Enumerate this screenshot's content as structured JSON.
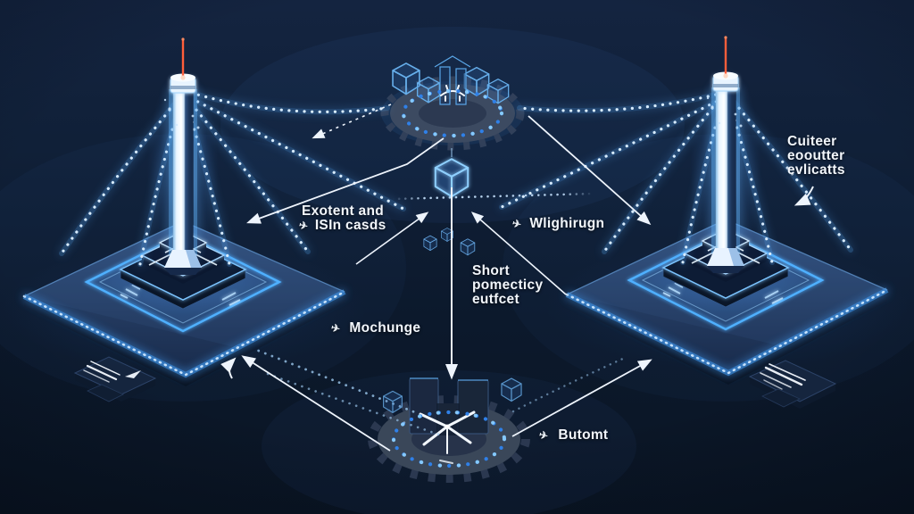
{
  "scene": {
    "bg_top": "#142440",
    "bg_bottom": "#0a1524",
    "accent_blue": "#4fa8ff",
    "glow_blue": "#8fd0ff",
    "bead_light": "#d8ecff",
    "antenna_red": "#ff5e3a",
    "line_color": "#eef4fc",
    "text_color": "#f2f6fb"
  },
  "icons": {
    "plane_glyph": "✈"
  },
  "labels": {
    "export_cases": {
      "line1": "Exotent and",
      "line2": "ISIn casds"
    },
    "weighing": {
      "text": "Wlighirugn"
    },
    "short_capacity": {
      "line1": "Short",
      "line2": "pomecticy",
      "line3": "eutfcet"
    },
    "exchange": {
      "text": "Mochunge"
    },
    "bottom_process": {
      "text": "Butomt"
    },
    "outer_flow": {
      "line1": "Cuiteer",
      "line2": "eooutter",
      "line3": "evlicatts"
    }
  }
}
